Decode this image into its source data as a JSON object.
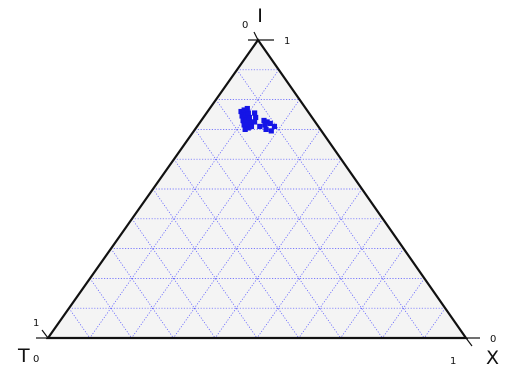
{
  "chart_data": {
    "type": "scatter",
    "subtype": "ternary",
    "axes": {
      "top": {
        "label": "I",
        "tick_min": "0",
        "tick_max": "1"
      },
      "left": {
        "label": "T",
        "tick_min": "0",
        "tick_max": "1"
      },
      "right": {
        "label": "X",
        "tick_min": "0",
        "tick_max": "1"
      }
    },
    "grid": true,
    "grid_divisions": 10,
    "colors": {
      "background": "#f4f4f4",
      "frame": "#111111",
      "grid": "#3b3bff",
      "points": "#1515e6"
    },
    "series": [
      {
        "points": [
          {
            "T": 0.18,
            "I": 0.7,
            "X": 0.12
          },
          {
            "T": 0.17,
            "I": 0.705,
            "X": 0.125
          },
          {
            "T": 0.16,
            "I": 0.71,
            "X": 0.13
          },
          {
            "T": 0.175,
            "I": 0.715,
            "X": 0.11
          },
          {
            "T": 0.165,
            "I": 0.72,
            "X": 0.115
          },
          {
            "T": 0.155,
            "I": 0.725,
            "X": 0.12
          },
          {
            "T": 0.17,
            "I": 0.73,
            "X": 0.1
          },
          {
            "T": 0.16,
            "I": 0.735,
            "X": 0.105
          },
          {
            "T": 0.15,
            "I": 0.74,
            "X": 0.11
          },
          {
            "T": 0.165,
            "I": 0.745,
            "X": 0.09
          },
          {
            "T": 0.155,
            "I": 0.75,
            "X": 0.095
          },
          {
            "T": 0.145,
            "I": 0.755,
            "X": 0.1
          },
          {
            "T": 0.16,
            "I": 0.76,
            "X": 0.08
          },
          {
            "T": 0.15,
            "I": 0.765,
            "X": 0.085
          },
          {
            "T": 0.14,
            "I": 0.77,
            "X": 0.09
          },
          {
            "T": 0.12,
            "I": 0.73,
            "X": 0.15
          },
          {
            "T": 0.115,
            "I": 0.725,
            "X": 0.16
          },
          {
            "T": 0.11,
            "I": 0.72,
            "X": 0.17
          },
          {
            "T": 0.125,
            "I": 0.715,
            "X": 0.16
          },
          {
            "T": 0.105,
            "I": 0.71,
            "X": 0.185
          },
          {
            "T": 0.13,
            "I": 0.7,
            "X": 0.17
          },
          {
            "T": 0.12,
            "I": 0.695,
            "X": 0.185
          },
          {
            "T": 0.14,
            "I": 0.71,
            "X": 0.15
          },
          {
            "T": 0.135,
            "I": 0.74,
            "X": 0.125
          },
          {
            "T": 0.145,
            "I": 0.725,
            "X": 0.13
          },
          {
            "T": 0.13,
            "I": 0.755,
            "X": 0.115
          }
        ]
      }
    ]
  }
}
